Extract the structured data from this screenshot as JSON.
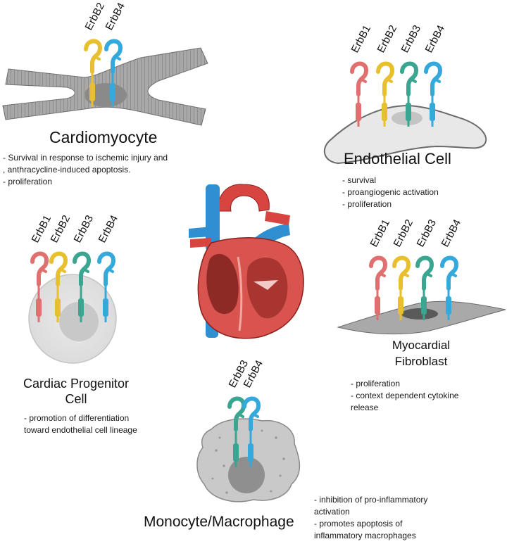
{
  "cells": {
    "cardiomyocyte": {
      "title": "Cardiomyocyte",
      "receptors": [
        "ErbB2",
        "ErbB4"
      ],
      "notes": [
        "- Survival in response to  ischemic injury and",
        ", anthracycline-induced apoptosis.",
        "- proliferation"
      ]
    },
    "endothelial": {
      "title": "Endothelial Cell",
      "receptors": [
        "ErbB1",
        "ErbB2",
        "ErbB3",
        "ErbB4"
      ],
      "notes": [
        "- survival",
        "- proangiogenic activation",
        "- proliferation"
      ]
    },
    "progenitor": {
      "title_line1": "Cardiac Progenitor",
      "title_line2": "Cell",
      "receptors": [
        "ErbB1",
        "ErbB2",
        "ErbB3",
        "ErbB4"
      ],
      "notes": [
        "- promotion of differentiation",
        "toward endothelial cell lineage"
      ]
    },
    "fibroblast": {
      "title_line1": "Myocardial",
      "title_line2": "Fibroblast",
      "receptors": [
        "ErbB1",
        "ErbB2",
        "ErbB3",
        "ErbB4"
      ],
      "notes": [
        "- proliferation",
        "- context dependent cytokine",
        "release"
      ]
    },
    "macrophage": {
      "title": "Monocyte/Macrophage",
      "receptors": [
        "ErbB3",
        "ErbB4"
      ],
      "notes": [
        "- inhibition of pro-inflammatory",
        "activation",
        "- promotes apoptosis of",
        "inflammatory macrophages"
      ]
    }
  },
  "receptor_colors": {
    "ErbB1": "#e06f70",
    "ErbB2": "#e8bf2e",
    "ErbB3": "#3aa590",
    "ErbB4": "#35a9dc"
  }
}
